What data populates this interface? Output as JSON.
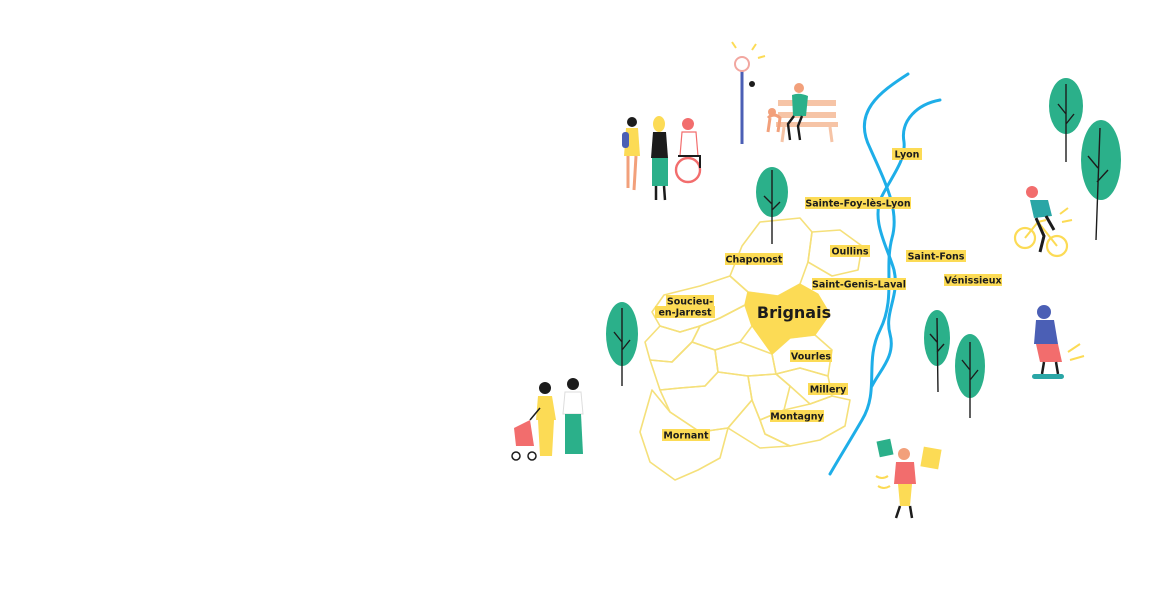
{
  "map": {
    "main_town": "Brignais",
    "towns": [
      {
        "id": "lyon",
        "name": "Lyon"
      },
      {
        "id": "sainte-foy",
        "name": "Sainte-Foy-lès-Lyon"
      },
      {
        "id": "oullins",
        "name": "Oullins"
      },
      {
        "id": "saint-fons",
        "name": "Saint-Fons"
      },
      {
        "id": "chaponost",
        "name": "Chaponost"
      },
      {
        "id": "saint-genis",
        "name": "Saint-Genis-Laval"
      },
      {
        "id": "venissieux",
        "name": "Vénissieux"
      },
      {
        "id": "soucieu",
        "name": "Soucieu-en-Jarrest",
        "line1": "Soucieu-",
        "line2": "en-Jarrest"
      },
      {
        "id": "vourles",
        "name": "Vourles"
      },
      {
        "id": "millery",
        "name": "Millery"
      },
      {
        "id": "montagny",
        "name": "Montagny"
      },
      {
        "id": "mornant",
        "name": "Mornant"
      }
    ],
    "colors": {
      "highlight": "#fcdb55",
      "border": "#f5e07a",
      "river": "#1eaee8",
      "tree": "#2bb08a",
      "label_bg": "#fcdb55",
      "text": "#1c1c1c"
    },
    "icons": [
      "tree-icon",
      "bench-person-with-dog-icon",
      "street-lamp-icon",
      "group-of-friends-icon",
      "wheelchair-user-icon",
      "cyclist-icon",
      "skateboarder-icon",
      "family-with-stroller-icon",
      "shopper-with-bags-icon"
    ]
  }
}
